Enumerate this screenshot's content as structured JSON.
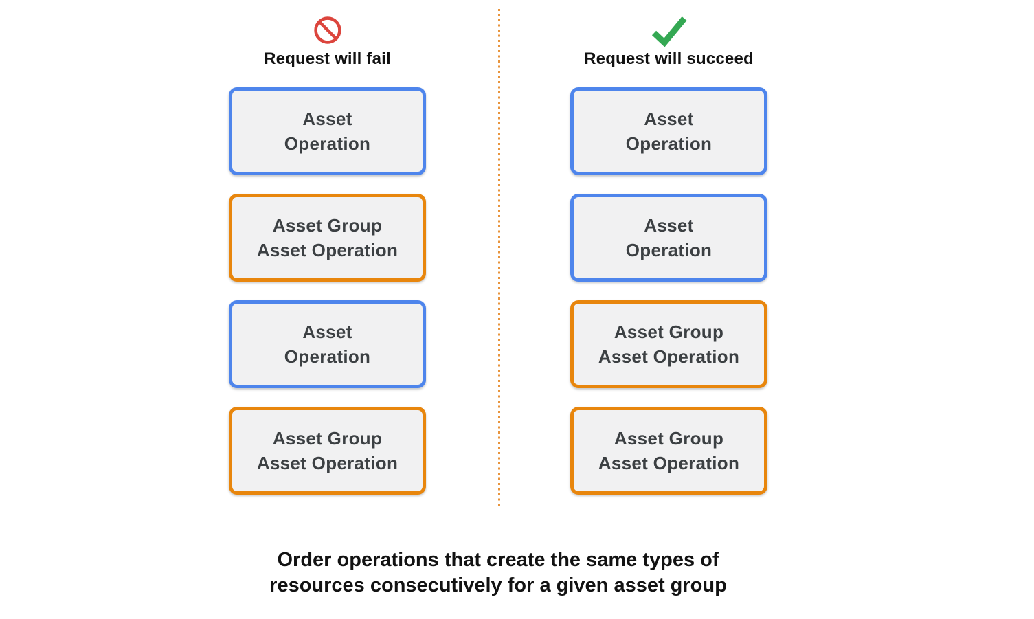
{
  "colors": {
    "blue": "#4e85ec",
    "orange": "#e8860d",
    "red": "#dc453d",
    "green": "#34a853",
    "box-fill": "#f1f1f2",
    "box-text": "#3c4043",
    "heading-text": "#121212",
    "divider": "#e8943c"
  },
  "fail_column": {
    "icon": "prohibition-icon",
    "label": "Request will fail",
    "boxes": [
      {
        "line1": "Asset",
        "line2": "Operation",
        "border": "blue"
      },
      {
        "line1": "Asset Group",
        "line2": "Asset Operation",
        "border": "orange"
      },
      {
        "line1": "Asset",
        "line2": "Operation",
        "border": "blue"
      },
      {
        "line1": "Asset Group",
        "line2": "Asset Operation",
        "border": "orange"
      }
    ]
  },
  "succeed_column": {
    "icon": "checkmark-icon",
    "label": "Request will succeed",
    "boxes": [
      {
        "line1": "Asset",
        "line2": "Operation",
        "border": "blue"
      },
      {
        "line1": "Asset",
        "line2": "Operation",
        "border": "blue"
      },
      {
        "line1": "Asset Group",
        "line2": "Asset Operation",
        "border": "orange"
      },
      {
        "line1": "Asset Group",
        "line2": "Asset Operation",
        "border": "orange"
      }
    ]
  },
  "caption": {
    "line1": "Order operations that create the same types of",
    "line2": "resources consecutively for a given asset group"
  }
}
